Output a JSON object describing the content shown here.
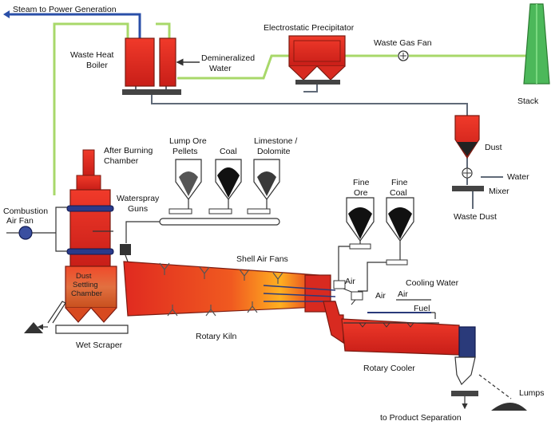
{
  "labels": {
    "steam_to_power": "Steam to Power Generation",
    "waste_heat_boiler_1": "Waste Heat",
    "waste_heat_boiler_2": "Boiler",
    "electrostatic_precipitator": "Electrostatic Precipitator",
    "waste_gas_fan": "Waste Gas Fan",
    "demineralized_1": "Demineralized",
    "demineralized_2": "Water",
    "stack": "Stack",
    "dust": "Dust",
    "water": "Water",
    "mixer": "Mixer",
    "waste_dust": "Waste Dust",
    "after_burning_1": "After Burning",
    "after_burning_2": "Chamber",
    "lump_ore_1": "Lump Ore",
    "lump_ore_2": "Pellets",
    "coal": "Coal",
    "limestone_1": "Limestone /",
    "limestone_2": "Dolomite",
    "waterspray_1": "Waterspray",
    "waterspray_2": "Guns",
    "combustion_1": "Combustion",
    "combustion_2": "Air Fan",
    "fine_ore_1": "Fine",
    "fine_ore_2": "Ore",
    "fine_coal_1": "Fine",
    "fine_coal_2": "Coal",
    "shell_air_fans": "Shell Air Fans",
    "dust_settling_1": "Dust",
    "dust_settling_2": "Settling",
    "dust_settling_3": "Chamber",
    "air_a": "Air",
    "air_b": "Air",
    "air_c": "Air",
    "cooling_water": "Cooling Water",
    "fuel": "Fuel",
    "wet_scraper": "Wet Scraper",
    "rotary_kiln": "Rotary Kiln",
    "rotary_cooler": "Rotary Cooler",
    "lumps": "Lumps",
    "to_product": "to Product Separation"
  },
  "colors": {
    "equipment_red": "#e23a2a",
    "kiln_hot": "#ff9a1a",
    "gas_line_green": "#a8d86a",
    "steam_line_blue": "#2a4fa8",
    "pipe_grey": "#606a78",
    "hopper_dark": "#222222",
    "cooler_blue": "#2a3a7a"
  }
}
